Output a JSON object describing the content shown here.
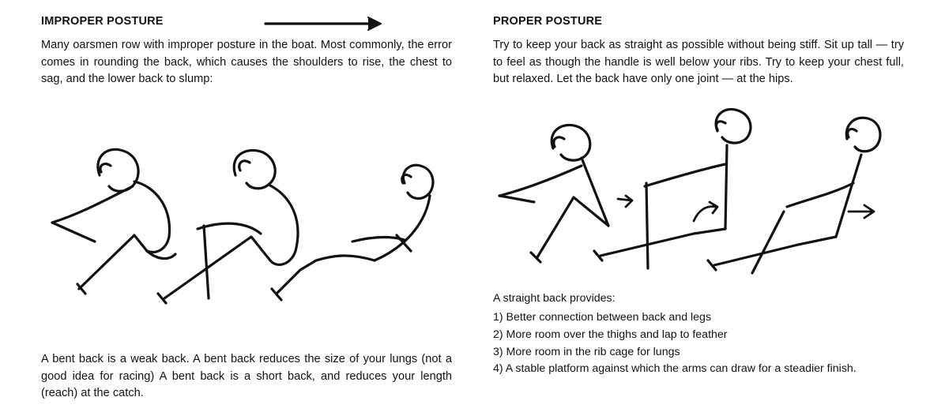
{
  "improper": {
    "title": "IMPROPER POSTURE",
    "intro": "Many oarsmen row with improper posture in the boat. Most commonly, the error comes in rounding the back, which causes the shoulders to rise, the chest to sag, and the lower back to slump:",
    "caption": "A bent back is a weak back. A bent back reduces the size of your lungs (not a good idea for racing) A bent back is a short back, and reduces your length (reach) at the catch."
  },
  "proper": {
    "title": "PROPER POSTURE",
    "intro": "Try to keep your back as straight as possible without being stiff. Sit up tall — try to feel as though the handle is well below your ribs. Try to keep your chest full, but relaxed. Let the back have only one joint — at the hips.",
    "list_intro": "A straight back provides:",
    "benefits": [
      "1) Better connection between back and legs",
      "2) More room over the thighs and lap to feather",
      "3) More room in the rib cage for lungs",
      "4) A stable platform against which the arms can draw for a steadier finish."
    ]
  }
}
